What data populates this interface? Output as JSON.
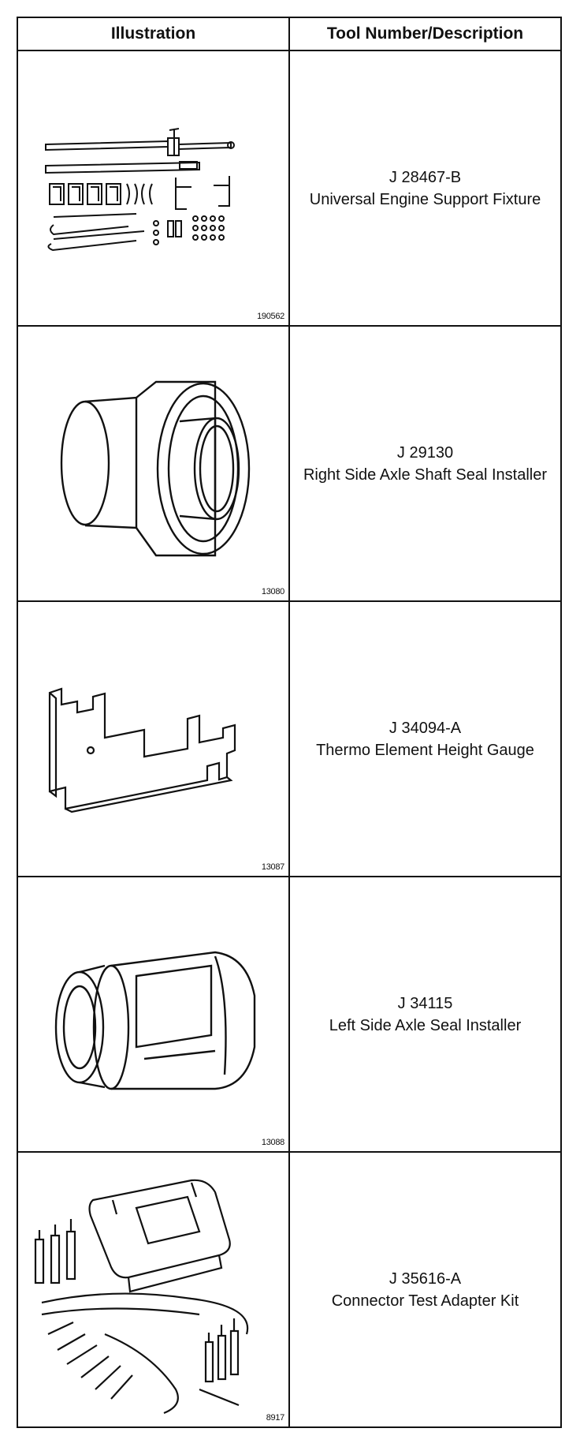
{
  "table": {
    "headers": {
      "illustration": "Illustration",
      "tool": "Tool Number/Description"
    },
    "rows": [
      {
        "figure_number": "190562",
        "tool_number": "J 28467-B",
        "description": "Universal Engine Support Fixture",
        "icon": "engine-support-fixture-icon"
      },
      {
        "figure_number": "13080",
        "tool_number": "J 29130",
        "description": "Right Side Axle Shaft Seal Installer",
        "icon": "axle-seal-installer-icon"
      },
      {
        "figure_number": "13087",
        "tool_number": "J 34094-A",
        "description": "Thermo Element Height Gauge",
        "icon": "height-gauge-icon"
      },
      {
        "figure_number": "13088",
        "tool_number": "J 34115",
        "description": "Left Side Axle Seal Installer",
        "icon": "axle-seal-installer-icon"
      },
      {
        "figure_number": "8917",
        "tool_number": "J 35616-A",
        "description": "Connector Test Adapter Kit",
        "icon": "test-adapter-kit-icon"
      }
    ]
  }
}
